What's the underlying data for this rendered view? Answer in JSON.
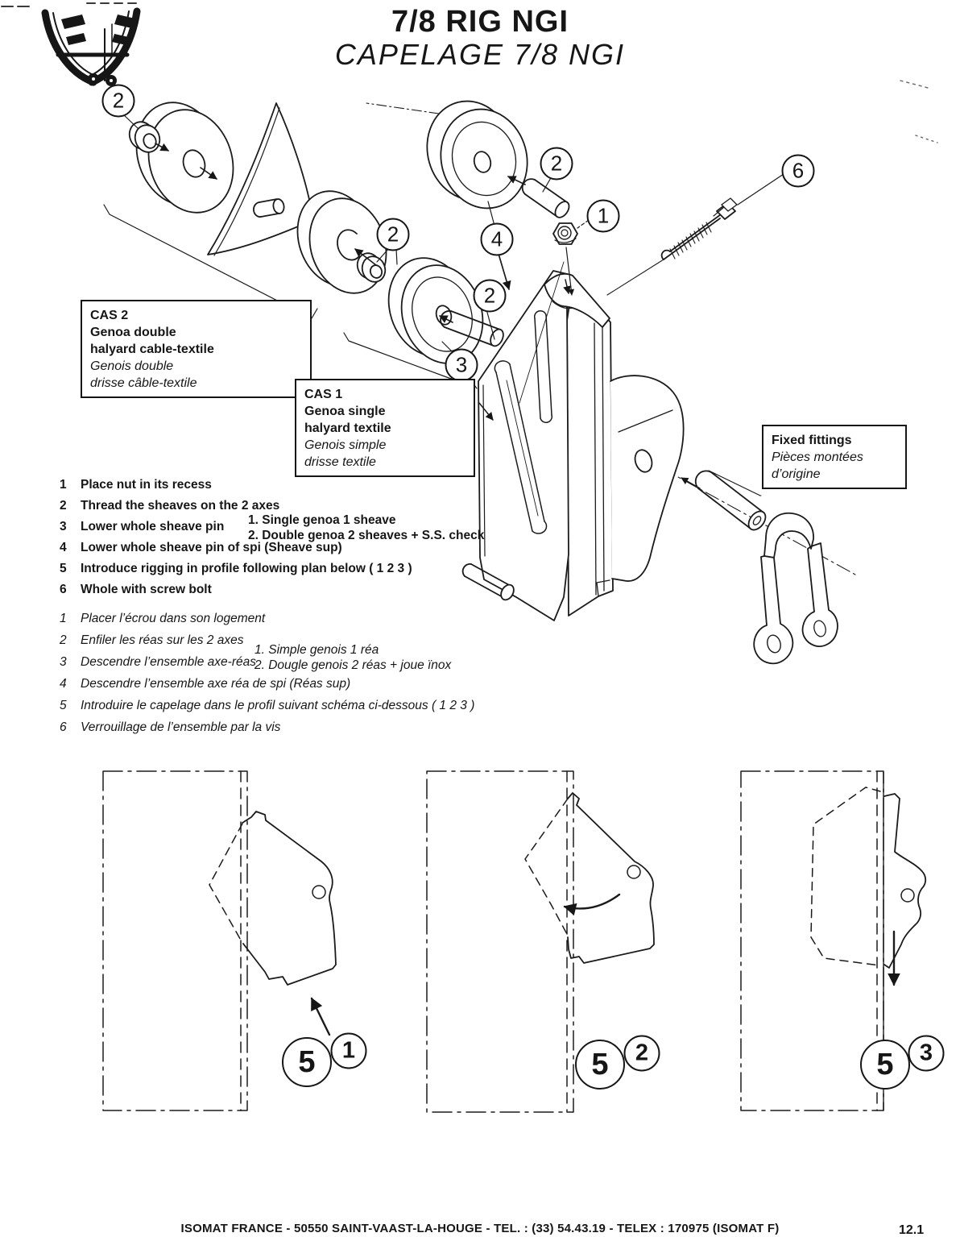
{
  "header": {
    "title_en": "7/8 RIG NGI",
    "title_fr": "CAPELAGE 7/8 NGI"
  },
  "boxes": {
    "cas2": {
      "bold": [
        "CAS 2",
        "Genoa double",
        "halyard cable-textile"
      ],
      "italic": [
        "Genois double",
        "drisse câble-textile"
      ]
    },
    "cas1": {
      "bold": [
        "CAS 1",
        "Genoa single",
        "halyard textile"
      ],
      "italic": [
        "Genois simple",
        "drisse textile"
      ]
    },
    "fixed_fittings": {
      "bold": [
        "Fixed fittings"
      ],
      "italic": [
        "Pièces montées",
        "d’origine"
      ]
    }
  },
  "instructions_en": {
    "items": [
      {
        "num": "1",
        "text": "Place nut in its recess"
      },
      {
        "num": "2",
        "text": "Thread the sheaves on the 2 axes"
      },
      {
        "num": "3",
        "text": "Lower whole sheave pin"
      },
      {
        "num": "4",
        "text": "Lower whole sheave pin of spi (Sheave sup)"
      },
      {
        "num": "5",
        "text": "Introduce rigging in profile following plan below ( 1   2   3 )"
      },
      {
        "num": "6",
        "text": "Whole with screw bolt"
      }
    ],
    "note": [
      "1.  Single genoa 1 sheave",
      "2.  Double genoa 2 sheaves + S.S. check"
    ]
  },
  "instructions_fr": {
    "items": [
      {
        "num": "1",
        "text": "Placer l’écrou dans son logement"
      },
      {
        "num": "2",
        "text": "Enfiler les réas sur les 2 axes"
      },
      {
        "num": "3",
        "text": "Descendre l’ensemble axe-réas"
      },
      {
        "num": "4",
        "text": "Descendre l’ensemble axe réa de spi (Réas sup)"
      },
      {
        "num": "5",
        "text": "Introduire le capelage dans le profil suivant schéma ci-dessous ( 1   2   3 )"
      },
      {
        "num": "6",
        "text": "Verrouillage de l’ensemble par la vis"
      }
    ],
    "note": [
      "1.  Simple genois 1 réa",
      "2.  Dougle genois 2 réas + joue ïnox"
    ]
  },
  "callouts": {
    "one": "1",
    "two": "2",
    "three": "3",
    "four": "4",
    "five": "5",
    "six": "6"
  },
  "footer": {
    "company": "ISOMAT FRANCE",
    "rest": " - 50550 SAINT-VAAST-LA-HOUGE - TEL. : (33) 54.43.19 - TELEX : 170975 (ISOMAT F)",
    "page": "12.1"
  }
}
